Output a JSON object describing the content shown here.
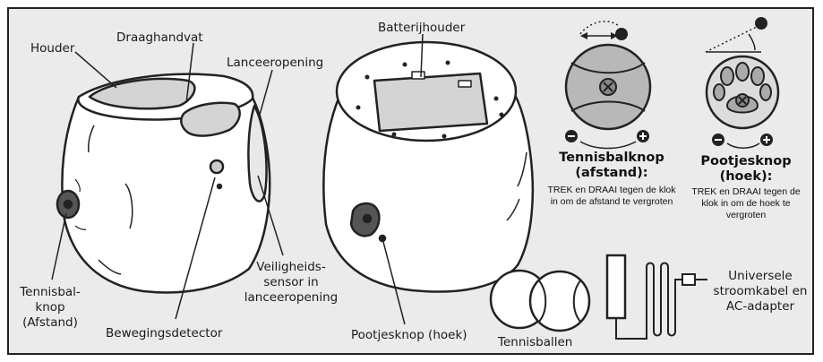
{
  "labels": {
    "houder": "Houder",
    "draaghandvat": "Draaghandvat",
    "lanceeropening": "Lanceeropening",
    "batterijhouder": "Batterijhouder",
    "veiligheids_1": "Veiligheids-",
    "veiligheids_2": "sensor in",
    "veiligheids_3": "lanceeropening",
    "tennisbalknop_1": "Tennisbal-",
    "tennisbalknop_2": "knop",
    "tennisbalknop_3": "(Afstand)",
    "bewegingsdetector": "Bewegingsdetector",
    "pootjesknop_label": "Pootjesknop (hoek)",
    "tennisballen": "Tennisballen",
    "adapter_1": "Universele",
    "adapter_2": "stroomkabel en",
    "adapter_3": "AC-adapter"
  },
  "knobs": {
    "tennis_title_1": "Tennisbalknop",
    "tennis_title_2": "(afstand):",
    "tennis_desc_1": "TREK en DRAAI tegen de klok",
    "tennis_desc_2": "in om de afstand te vergroten",
    "paw_title_1": "Pootjesknop",
    "paw_title_2": "(hoek):",
    "paw_desc_1": "TREK en DRAAI tegen de",
    "paw_desc_2": "klok in om de hoek te",
    "paw_desc_3": "vergroten"
  },
  "colors": {
    "panel_bg": "#ebebeb",
    "outline": "#222222",
    "knob_fill": "#b8b8b8"
  }
}
